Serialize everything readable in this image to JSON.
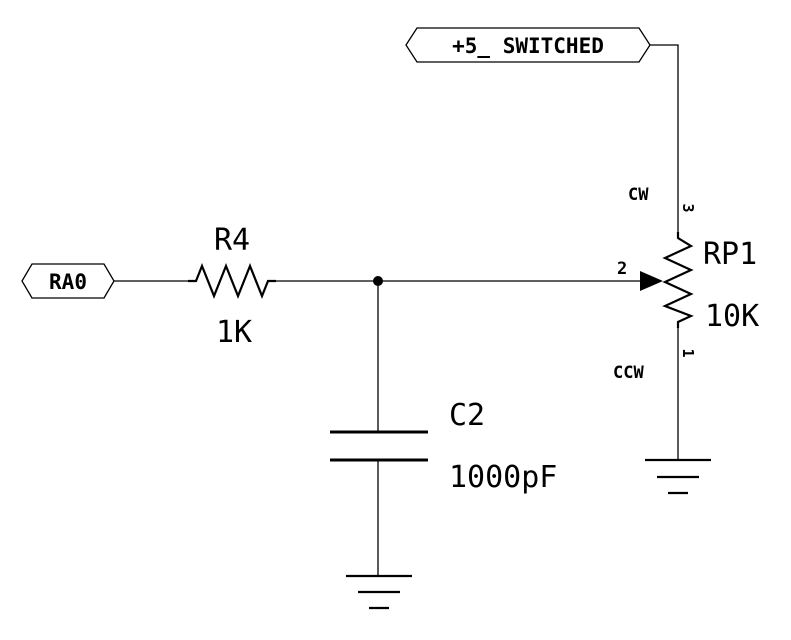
{
  "ports": {
    "input": "RA0",
    "supply": "+5_ SWITCHED"
  },
  "resistor": {
    "ref": "R4",
    "value": "1K"
  },
  "capacitor": {
    "ref": "C2",
    "value": "1000pF"
  },
  "potentiometer": {
    "ref": "RP1",
    "value": "10K",
    "pin_cw": "CW",
    "pin_ccw": "CCW",
    "pin_top": "3",
    "pin_wiper": "2",
    "pin_bottom": "1"
  }
}
